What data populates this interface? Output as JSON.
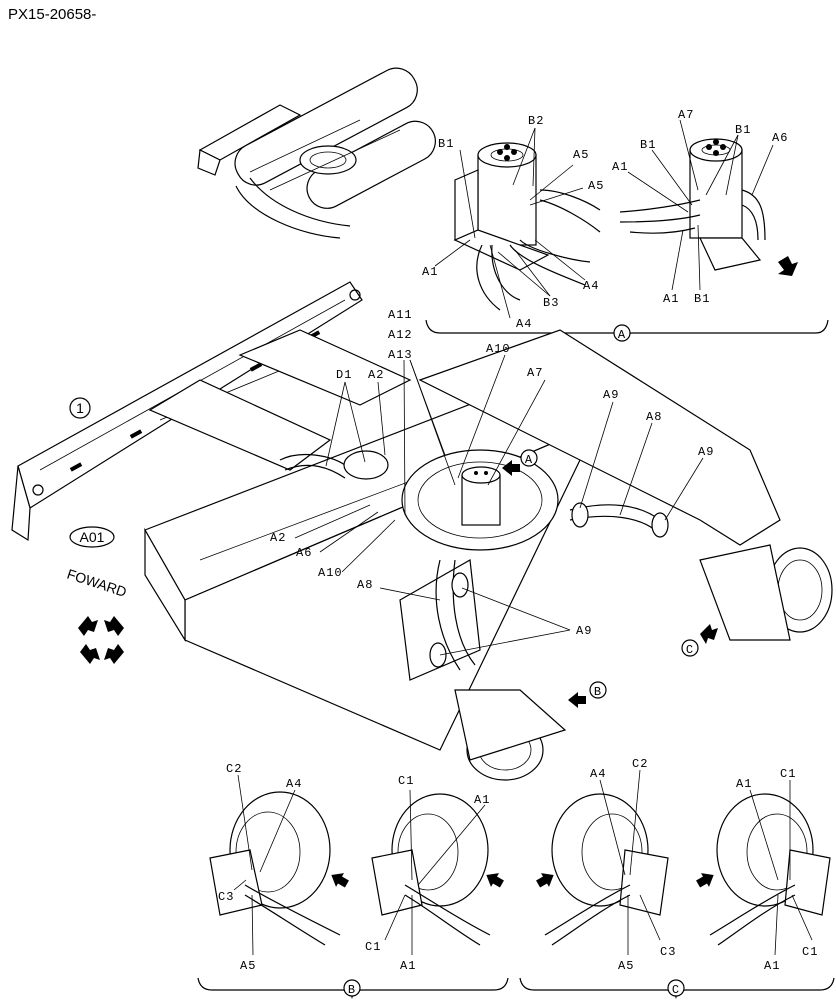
{
  "doc_id": "PX15-20658-",
  "main_view": {
    "ref_circle": "1",
    "badge": "A01",
    "forward_label": "FOWARD",
    "callouts": {
      "a11": "A11",
      "a12": "A12",
      "a13": "A13",
      "a10_top": "A10",
      "a7": "A7",
      "d1": "D1",
      "a2_top": "A2",
      "a9_top": "A9",
      "a8_top": "A8",
      "a9_right": "A9",
      "a2_bottom": "A2",
      "a6": "A6",
      "a10_bottom": "A10",
      "a8_bottom": "A8",
      "a9_bottom": "A9"
    },
    "view_pointers": {
      "a": "A",
      "b": "B",
      "c": "C"
    }
  },
  "detail_a": {
    "title": "A",
    "left": {
      "b1": "B1",
      "b2": "B2",
      "a5_1": "A5",
      "a5_2": "A5",
      "a1": "A1",
      "a4_1": "A4",
      "a4_2": "A4",
      "b3": "B3"
    },
    "right": {
      "a7": "A7",
      "b1_1": "B1",
      "b1_2": "B1",
      "a6": "A6",
      "a1_1": "A1",
      "a1_2": "A1",
      "b1_3": "B1"
    }
  },
  "detail_b": {
    "title": "B",
    "left": {
      "c2": "C2",
      "a4": "A4",
      "c3": "C3",
      "a5": "A5"
    },
    "right": {
      "c1_top": "C1",
      "a1_top": "A1",
      "c1_bottom": "C1",
      "a1_bottom": "A1"
    }
  },
  "detail_c": {
    "title": "C",
    "left": {
      "a4": "A4",
      "c2": "C2",
      "a5": "A5",
      "c3": "C3"
    },
    "right": {
      "a1_top": "A1",
      "c1_top": "C1",
      "a1_bottom": "A1",
      "c1_bottom": "C1"
    }
  }
}
